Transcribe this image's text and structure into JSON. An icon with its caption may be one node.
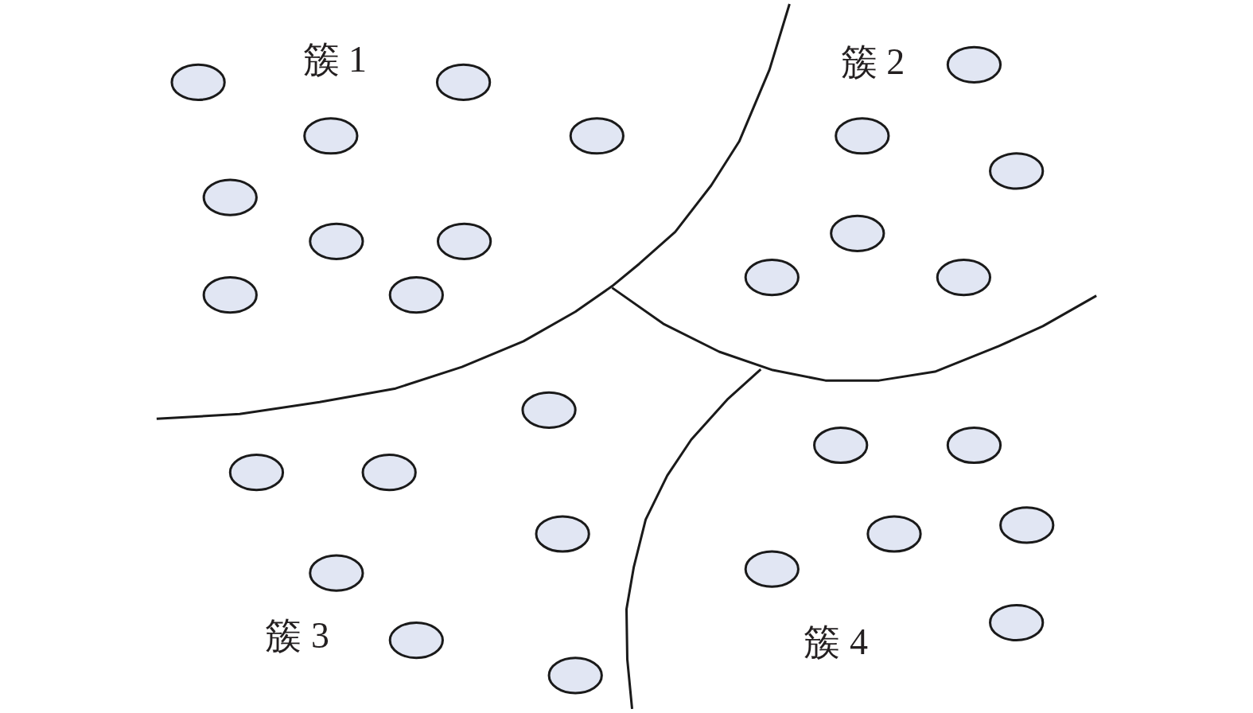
{
  "diagram": {
    "labels": [
      "簇 1",
      "簇 2",
      "簇 3",
      "簇 4"
    ]
  }
}
